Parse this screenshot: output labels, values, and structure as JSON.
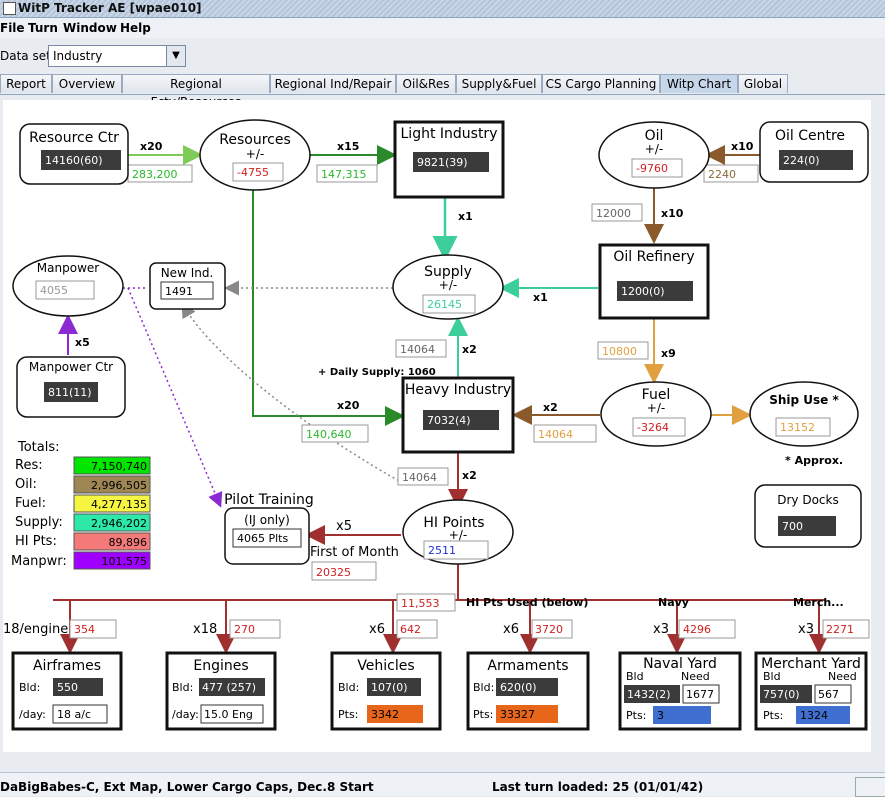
{
  "window": {
    "title": "WitP Tracker AE [wpae010]"
  },
  "menu": [
    "File",
    "Turn",
    "Window",
    "Help"
  ],
  "dataset": {
    "label": "Data set:",
    "value": "Industry"
  },
  "tabs": [
    "Report",
    "Overview",
    "Regional Fcty/Resources",
    "Regional Ind/Repair",
    "Oil&Res",
    "Supply&Fuel",
    "CS Cargo Planning",
    "Witp Chart",
    "Global"
  ],
  "active_tab": "Witp Chart",
  "chart": {
    "resource_ctr": {
      "title": "Resource Ctr",
      "value": "14160(60)"
    },
    "resources": {
      "title": "Resources",
      "sub": "+/-",
      "value": "-4755"
    },
    "light_industry": {
      "title": "Light Industry",
      "value": "9821(39)"
    },
    "oil": {
      "title": "Oil",
      "sub": "+/-",
      "value": "-9760"
    },
    "oil_centre": {
      "title": "Oil Centre",
      "value": "224(0)"
    },
    "manpower": {
      "title": "Manpower",
      "value": "4055"
    },
    "new_ind": {
      "title": "New Ind.",
      "value": "1491"
    },
    "supply": {
      "title": "Supply",
      "sub": "+/-",
      "value": "26145"
    },
    "oil_refinery": {
      "title": "Oil Refinery",
      "value": "1200(0)"
    },
    "manpower_ctr": {
      "title": "Manpower Ctr",
      "value": "811(11)"
    },
    "heavy_industry": {
      "title": "Heavy Industry",
      "value": "7032(4)"
    },
    "fuel": {
      "title": "Fuel",
      "sub": "+/-",
      "value": "-3264"
    },
    "ship_use": {
      "title": "Ship Use *",
      "value": "13152"
    },
    "approx_note": "* Approx.",
    "dry_docks": {
      "title": "Dry Docks",
      "value": "700"
    },
    "pilot_training": {
      "title": "Pilot Training",
      "sub": "(IJ only)",
      "value": "4065 Plts"
    },
    "hi_points": {
      "title": "HI Points",
      "sub": "+/-",
      "value": "2511"
    },
    "first_of_month": "First of Month",
    "first_of_month_value": "20325",
    "daily_supply": "+ Daily Supply: 1060",
    "hi_pts_used": "HI Pts Used (below)",
    "hi_pts_used_value": "11,553",
    "edges": {
      "rc_to_res_mult": "x20",
      "rc_to_res_val": "283,200",
      "res_to_li_mult": "x15",
      "res_to_li_val": "147,315",
      "oc_to_oil_mult": "x10",
      "oc_to_oil_val": "2240",
      "oil_to_ref_mult": "x10",
      "oil_to_ref_val": "12000",
      "li_to_supply_mult": "x1",
      "ref_to_supply_mult": "x1",
      "mp_ctr_mult": "x5",
      "hi_to_supply_mult": "x2",
      "hi_to_supply_val": "14064",
      "ref_to_fuel_mult": "x9",
      "ref_to_fuel_val": "10800",
      "res_to_hi_mult": "x20",
      "res_to_hi_val": "140,640",
      "fuel_to_hi_mult": "x2",
      "fuel_to_hi_val": "14064",
      "hi_to_hip_mult": "x2",
      "hi_to_hip_val": "14064",
      "pilot_mult": "x5"
    },
    "totals": {
      "title": "Totals:",
      "rows": [
        {
          "label": "Res:",
          "value": "7,150,740",
          "color": "#00e600"
        },
        {
          "label": "Oil:",
          "value": "2,996,505",
          "color": "#9e8655"
        },
        {
          "label": "Fuel:",
          "value": "4,277,135",
          "color": "#f5f542"
        },
        {
          "label": "Supply:",
          "value": "2,946,202",
          "color": "#2ee8a8"
        },
        {
          "label": "HI Pts:",
          "value": "89,896",
          "color": "#f47a7a"
        },
        {
          "label": "Manpwr:",
          "value": "101,575",
          "color": "#a000ff"
        }
      ]
    },
    "bottom": {
      "airframes": {
        "mult": "18/engine",
        "used": "354",
        "title": "Airframes",
        "bld_label": "Bld:",
        "bld": "550",
        "day_label": "/day:",
        "day": "18 a/c"
      },
      "engines": {
        "mult": "x18",
        "used": "270",
        "title": "Engines",
        "bld_label": "Bld:",
        "bld": "477 (257)",
        "day_label": "/day:",
        "day": "15.0 Eng"
      },
      "vehicles": {
        "mult": "x6",
        "used": "642",
        "title": "Vehicles",
        "bld_label": "Bld:",
        "bld": "107(0)",
        "pts_label": "Pts:",
        "pts": "3342"
      },
      "armaments": {
        "mult": "x6",
        "used": "3720",
        "title": "Armaments",
        "bld_label": "Bld:",
        "bld": "620(0)",
        "pts_label": "Pts:",
        "pts": "33327"
      },
      "naval_yard": {
        "header": "Navy",
        "mult": "x3",
        "used": "4296",
        "title": "Naval Yard",
        "bld_head": "Bld",
        "need_head": "Need",
        "bld": "1432(2)",
        "need": "1677",
        "pts_label": "Pts:",
        "pts": "3"
      },
      "merchant_yard": {
        "header": "Merch...",
        "mult": "x3",
        "used": "2271",
        "title": "Merchant Yard",
        "bld_head": "Bld",
        "need_head": "Need",
        "bld": "757(0)",
        "need": "567",
        "pts_label": "Pts:",
        "pts": "1324"
      }
    }
  },
  "status": {
    "left": "DaBigBabes-C, Ext Map, Lower Cargo Caps, Dec.8 Start",
    "center": "Last turn loaded: 25 (01/01/42)"
  }
}
